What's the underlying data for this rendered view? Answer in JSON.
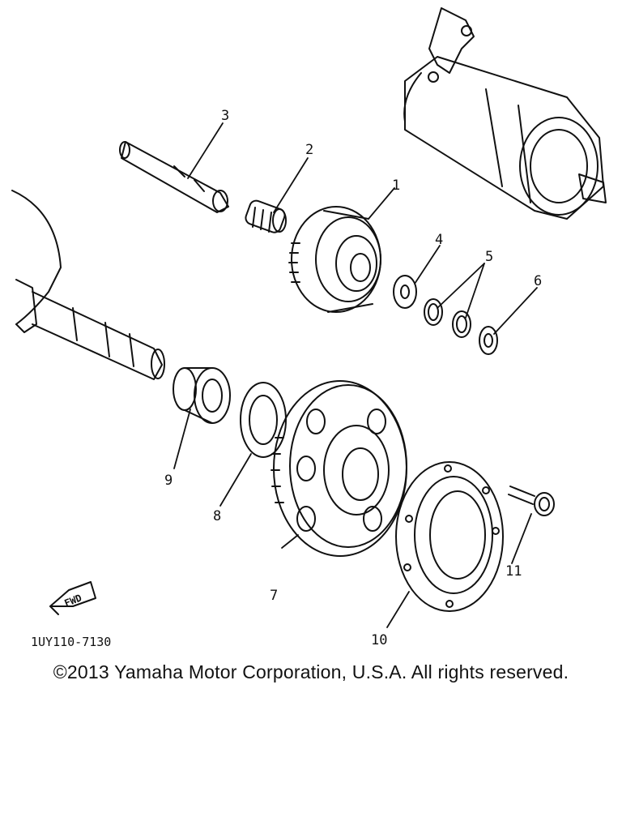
{
  "diagram": {
    "callouts": [
      "1",
      "2",
      "3",
      "4",
      "5",
      "6",
      "7",
      "8",
      "9",
      "10",
      "11"
    ],
    "fwd_label": "FWD",
    "drawing_code": "1UY110-7130"
  },
  "footer": {
    "copyright": "©2013 Yamaha Motor Corporation, U.S.A. All rights reserved."
  }
}
